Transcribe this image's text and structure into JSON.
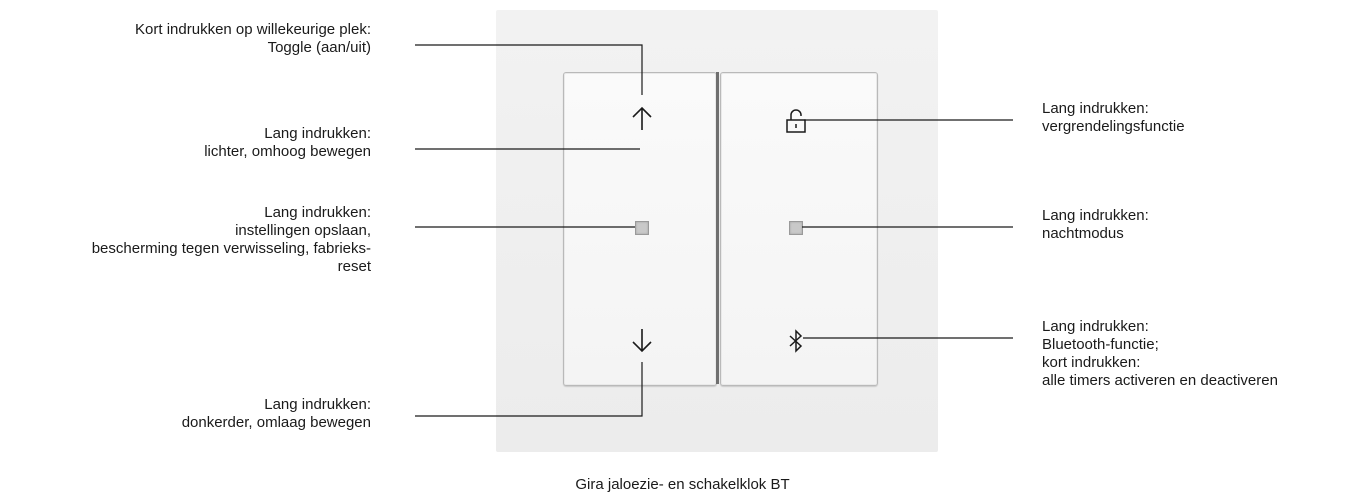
{
  "labels": {
    "toggle": "Kort indrukken op willekeurige plek:\nToggle (aan/uit)",
    "up": "Lang indrukken:\nlichter, omhoog bewegen",
    "save": "Lang indrukken:\ninstellingen opslaan,\nbescherming tegen verwisseling, fabrieks-\nreset",
    "down": "Lang indrukken:\ndonkerder, omlaag bewegen",
    "lock": "Lang indrukken:\nvergrendelingsfunctie",
    "night": "Lang indrukken:\nnachtmodus",
    "bluetooth": "Lang indrukken:\nBluetooth-functie;\nkort indrukken:\nalle timers activeren en deactiveren"
  },
  "caption": "Gira jaloezie- en schakelklok BT",
  "icons": {
    "up": "arrow-up-icon",
    "down": "arrow-down-icon",
    "lock": "unlocked-padlock-icon",
    "bluetooth": "bluetooth-icon"
  },
  "colors": {
    "frame": "#efefef",
    "rocker": "#f7f7f7",
    "led": "#c9c9c9",
    "lines": "#1a1a1a"
  }
}
